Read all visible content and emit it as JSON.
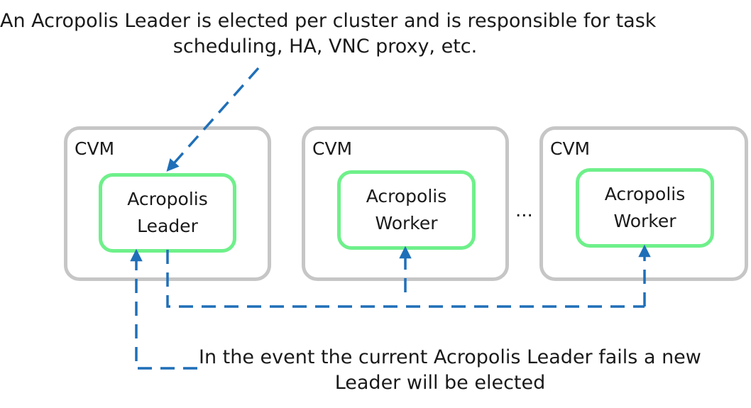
{
  "captions": {
    "leader_election_line1": "An Acropolis Leader is elected per cluster and is responsible for task",
    "leader_election_line2": "scheduling, HA, VNC proxy, etc.",
    "failover_line1": "In the event the current Acropolis Leader fails a new",
    "failover_line2": "Leader will be elected"
  },
  "cvms": [
    {
      "label": "CVM",
      "node_line1": "Acropolis",
      "node_line2": "Leader"
    },
    {
      "label": "CVM",
      "node_line1": "Acropolis",
      "node_line2": "Worker"
    },
    {
      "label": "CVM",
      "node_line1": "Acropolis",
      "node_line2": "Worker"
    }
  ],
  "ellipsis": "...",
  "colors": {
    "cvm_border": "#c6c6c6",
    "node_border": "#6ef08a",
    "arrow": "#1f6fb8",
    "text": "#1a1a1a"
  }
}
